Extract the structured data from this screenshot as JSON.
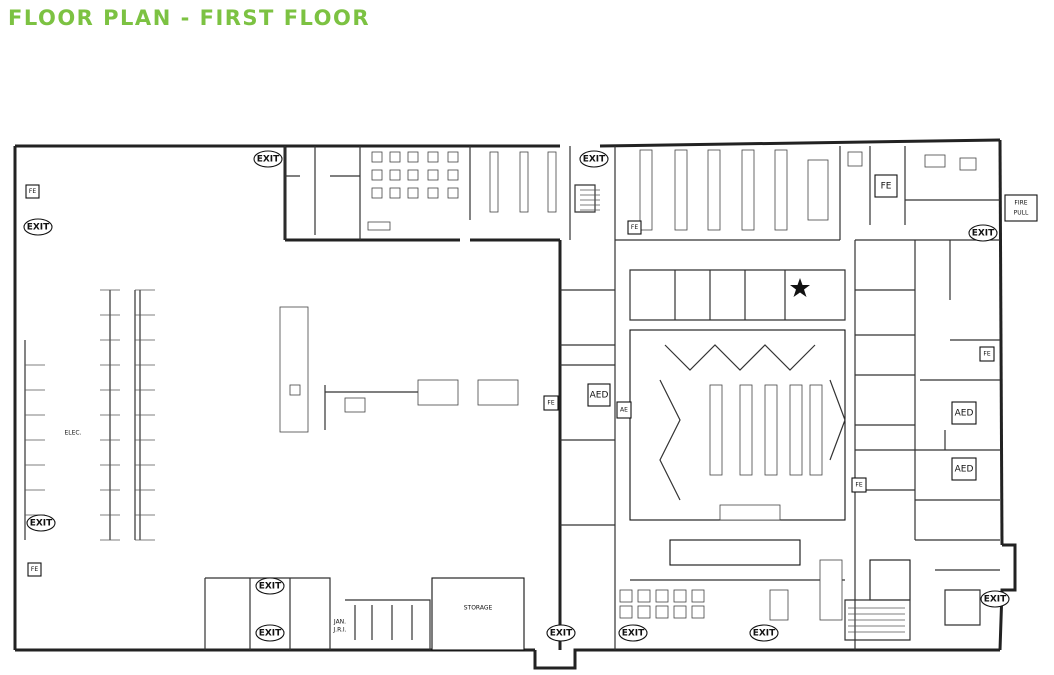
{
  "page": {
    "title": "FLOOR PLAN - FIRST FLOOR",
    "title_color": "#7cc242"
  },
  "labels": {
    "exit": "EXIT",
    "fe": "FE",
    "aed": "AED",
    "ae": "AE",
    "fire_pull_line1": "FIRE",
    "fire_pull_line2": "PULL",
    "storage": "STORAGE",
    "jan_line1": "JAN.",
    "jan_line2": "J.R.I.",
    "elec": "ELEC."
  }
}
